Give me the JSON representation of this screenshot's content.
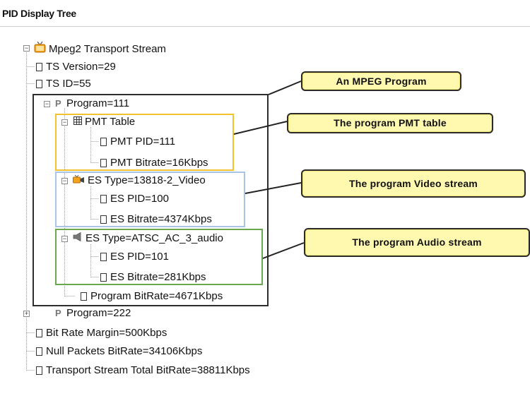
{
  "panel": {
    "title": "PID Display Tree"
  },
  "tree": {
    "root": "Mpeg2 Transport Stream",
    "ts_version": "TS Version=29",
    "ts_id": "TS ID=55",
    "program1": {
      "label": "Program=111",
      "pmt": {
        "label": "PMT Table",
        "pid": "PMT PID=111",
        "bitrate": "PMT Bitrate=16Kbps"
      },
      "video": {
        "label": "ES Type=13818-2_Video",
        "pid": "ES PID=100",
        "bitrate": "ES Bitrate=4374Kbps"
      },
      "audio": {
        "label": "ES Type=ATSC_AC_3_audio",
        "pid": "ES PID=101",
        "bitrate": "ES Bitrate=281Kbps"
      },
      "program_bitrate": "Program BitRate=4671Kbps"
    },
    "program2": {
      "label": "Program=222"
    },
    "bit_rate_margin": "Bit Rate Margin=500Kbps",
    "null_packets": "Null Packets BitRate=34106Kbps",
    "ts_total": "Transport Stream Total BitRate=38811Kbps"
  },
  "callouts": {
    "program": "An MPEG Program",
    "pmt": "The program PMT table",
    "video": "The program Video stream",
    "audio": "The program Audio stream"
  },
  "colors": {
    "program_box": "#2e2e2e",
    "pmt_box": "#f2c230",
    "video_box": "#a9c4e4",
    "audio_box": "#6aa84f",
    "callout_fill": "#fff9b0"
  },
  "icons": {
    "root": "tv-folder-icon",
    "program": "p-letter-icon",
    "pmt": "table-icon",
    "video": "video-camera-icon",
    "audio": "speaker-icon",
    "leaf": "document-leaf-icon"
  }
}
